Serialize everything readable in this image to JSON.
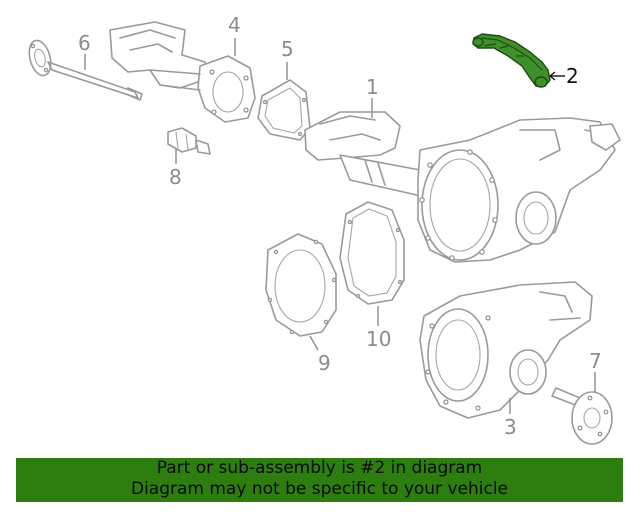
{
  "diagram": {
    "highlight_color": "#3f8f2b",
    "banner_color": "#2e7d0f",
    "callouts": [
      {
        "id": "1",
        "label": "1",
        "active": false
      },
      {
        "id": "2",
        "label": "2",
        "active": true
      },
      {
        "id": "3",
        "label": "3",
        "active": false
      },
      {
        "id": "4",
        "label": "4",
        "active": false
      },
      {
        "id": "5",
        "label": "5",
        "active": false
      },
      {
        "id": "6",
        "label": "6",
        "active": false
      },
      {
        "id": "7",
        "label": "7",
        "active": false
      },
      {
        "id": "8",
        "label": "8",
        "active": false
      },
      {
        "id": "9",
        "label": "9",
        "active": false
      },
      {
        "id": "10",
        "label": "10",
        "active": false
      }
    ]
  },
  "banner": {
    "line1": "Part or sub-assembly is #2 in diagram",
    "line2": "Diagram may not be specific to your vehicle"
  }
}
